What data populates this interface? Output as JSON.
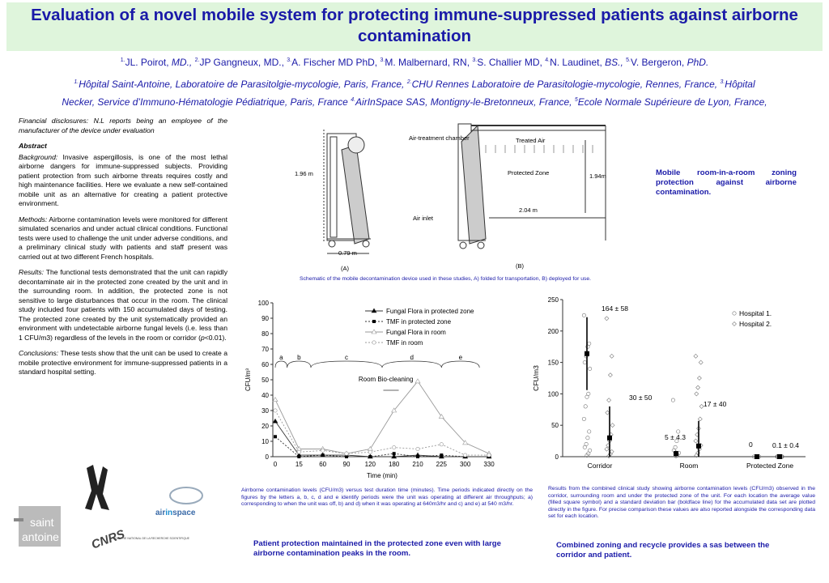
{
  "title": "Evaluation of a novel mobile system for protecting immune-suppressed patients against airborne contamination",
  "authors": [
    {
      "sup": "1.",
      "text": "JL. Poirot, ",
      "deg": "MD.,"
    },
    {
      "sup": "2.",
      "text": "JP Gangneux, MD., ",
      "deg": ""
    },
    {
      "sup": "3.",
      "text": "A. Fischer MD PhD, ",
      "deg": ""
    },
    {
      "sup": "3.",
      "text": "M. Malbernard, RN, ",
      "deg": ""
    },
    {
      "sup": "3.",
      "text": "S. Challier MD,  ",
      "deg": ""
    },
    {
      "sup": "4.",
      "text": "N. Laudinet, ",
      "deg": "BS.,"
    },
    {
      "sup": "5.",
      "text": "V. Bergeron, ",
      "deg": "PhD."
    }
  ],
  "affiliations": {
    "line1": "Hôpital Saint-Antoine, Laboratoire de Parasitolgie-mycologie, Paris, France, ",
    "line1b": "CHU Rennes Laboratoire de Parasitologie-mycologie, Rennes, France, ",
    "line1c": "Hôpital",
    "line2": "Necker, Service d’Immuno-Hématologie Pédiatrique, Paris, France ",
    "line2b": "AirInSpace SAS, Montigny-le-Bretonneux, France, ",
    "line2c": "Ecole Normale Supérieure de Lyon, France,",
    "sups": [
      "1.",
      "2.",
      "3.",
      "4.",
      "5"
    ]
  },
  "disclosure": "Financial disclosures:  N.L reports being an employee of the manufacturer of the device under evaluation",
  "abstract": {
    "heading": "Abstract",
    "background_label": "Background:",
    "background": " Invasive aspergillosis, is one of the most lethal airborne dangers for immune-suppressed subjects. Providing patient protection from such airborne threats requires costly and high maintenance facilities. Here we evaluate a new self-contained mobile unit as an alternative for creating a patient protective environment.",
    "methods_label": "Methods:",
    "methods": " Airborne contamination levels were monitored for different simulated scenarios and under actual clinical conditions. Functional tests were used to challenge the unit under adverse conditions, and a preliminary clinical study with patients and staff present was carried out at two different French hospitals.",
    "results_label": "Results:",
    "results": " The functional tests demonstrated that the unit can rapidly decontaminate air in the protected zone created by the unit and in the surrounding room. In addition, the protected zone is not sensitive to large disturbances that occur in the room. The clinical study included four patients with 150 accumulated days of testing. The protected zone created by the unit systematically provided an environment with undetectable airborne fungal levels (i.e. less than 1 CFU/m3) regardless of the levels in the room or corridor (",
    "results_p": "p",
    "results_end": "<0.01).",
    "conclusions_label": "Conclusions:",
    "conclusions": " These tests show that the unit can be used to create a mobile protective environment for immune-suppressed patients in a standard hospital setting."
  },
  "schematic": {
    "label_a": "(A)",
    "label_b": "(B)",
    "height_a": "1.96 m",
    "width_a": "0.79 m",
    "air_treatment_chamber": "Air-treatment chamber",
    "air_inlet": "Air inlet",
    "treated_air": "Treated Air",
    "protected_zone": "Protected Zone",
    "height_b": "1.94m",
    "width_b": "2.04 m",
    "caption": "Schematic of the mobile decontamination device used in these studies, A) folded for transportation, B) deployed for use.",
    "side_note": "Mobile room-in-a-room zoning protection against airborne contamination."
  },
  "chart_data": [
    {
      "type": "line",
      "xlabel": "Time (min)",
      "ylabel": "CFU/m³",
      "ylim": [
        0,
        100
      ],
      "yticks": [
        "0",
        "10",
        "20",
        "30",
        "40",
        "50",
        "60",
        "70",
        "80",
        "90",
        "100"
      ],
      "categories": [
        "0",
        "15",
        "60",
        "90",
        "120",
        "180",
        "210",
        "225",
        "300",
        "330"
      ],
      "series": [
        {
          "name": "Fungal Flora in protected zone",
          "values": [
            23,
            1,
            1,
            1,
            0,
            0,
            1,
            0,
            0,
            0
          ]
        },
        {
          "name": "TMF in protected zone",
          "values": [
            13,
            0,
            1,
            0,
            0,
            2,
            0,
            1,
            0,
            0
          ]
        },
        {
          "name": "Fungal Flora in room",
          "values": [
            37,
            5,
            5,
            2,
            5,
            30,
            49,
            26,
            9,
            2
          ]
        },
        {
          "name": "TMF in room",
          "values": [
            30,
            3,
            4,
            2,
            3,
            6,
            5,
            8,
            1,
            1
          ]
        }
      ],
      "phase_labels": [
        "a",
        "b",
        "c",
        "d",
        "e"
      ],
      "annotation": "Room Bio-cleaning",
      "grid": false,
      "legend": "top-right",
      "caption": "Airrborne contamination levels (CFU/m3) versus test duration time (minutes). Time periods indicated directly on the figures by the letters a, b, c, d and e identify periods were the unit was operating at different air throughputs; a) corresponding to when the unit was off, b) and d) when it was operating at 640m3/hr  and c) and e) at 540 m3/hr.",
      "takeaway": "Patient protection maintained in the protected zone even with large airborne contamination peaks in the room."
    },
    {
      "type": "scatter",
      "ylabel": "CFU/m3",
      "ylim": [
        0,
        250
      ],
      "yticks": [
        "0",
        "50",
        "100",
        "150",
        "200",
        "250"
      ],
      "categories": [
        "Corridor",
        "Room",
        "Protected Zone"
      ],
      "series": [
        {
          "name": "Hospital 1.",
          "points": [
            {
              "cat": "Corridor",
              "y": [
                225,
                180,
                175,
                160,
                150,
                140,
                100,
                95,
                80,
                60,
                40,
                30,
                20,
                15,
                10,
                5,
                2
              ]
            },
            {
              "cat": "Room",
              "y": [
                90,
                40,
                25,
                15,
                10,
                6,
                3,
                1
              ]
            },
            {
              "cat": "Protected Zone",
              "y": [
                0,
                0,
                0,
                0
              ]
            }
          ]
        },
        {
          "name": "Hospital 2.",
          "points": [
            {
              "cat": "Corridor",
              "y": [
                220,
                160,
                130,
                90,
                70,
                50,
                35,
                25,
                18,
                12,
                8,
                4,
                1
              ]
            },
            {
              "cat": "Room",
              "y": [
                160,
                150,
                125,
                110,
                100,
                80,
                60,
                45,
                35,
                25,
                18,
                12,
                6,
                2
              ]
            },
            {
              "cat": "Protected Zone",
              "y": [
                0,
                0,
                0,
                0,
                0,
                0
              ]
            }
          ]
        }
      ],
      "hospital1_means": [
        {
          "cat": "Corridor",
          "mean": 164,
          "sd": 58,
          "label": "164 ± 58"
        },
        {
          "cat": "Room",
          "mean": 5,
          "sd": 4.3,
          "label": "5 ± 4.3"
        },
        {
          "cat": "Protected Zone",
          "mean": 0,
          "sd": 0,
          "label": "0"
        }
      ],
      "hospital2_means": [
        {
          "cat": "Corridor",
          "mean": 30,
          "sd": 50,
          "label": "30 ± 50"
        },
        {
          "cat": "Room",
          "mean": 17,
          "sd": 40,
          "label": "17 ± 40"
        },
        {
          "cat": "Protected Zone",
          "mean": 0.1,
          "sd": 0.4,
          "label": "0.1 ± 0.4"
        }
      ],
      "legend": "top-right",
      "caption": "Results from the combined clinical study showing airborne contamination levels (CFU/m3) observed in the corridor, surrounding room and under the protected zone of the unit. For each location the average value (filled square symbol) and a standard deviation bar (boldface line) for the accumulated data set are plotted directly in the figure. For precise comparison these values are also reported alongside the corresponding data set for each location.",
      "takeaway": "Combined zoning and recycle provides a sas between the corridor and patient."
    }
  ],
  "logos": {
    "saint": "saint",
    "antoine": "antoine",
    "airinspace_air": "air",
    "airinspace_in": "in",
    "airinspace_space": "space",
    "cnrs": "CNRS",
    "cnrs_text": "CENTRE NATIONAL DE LA RECHERCHE SCIENTIFIQUE"
  },
  "colors": {
    "title": "#1a1aa8",
    "title_band": "#dff5dc",
    "chart_line": "#444444"
  }
}
